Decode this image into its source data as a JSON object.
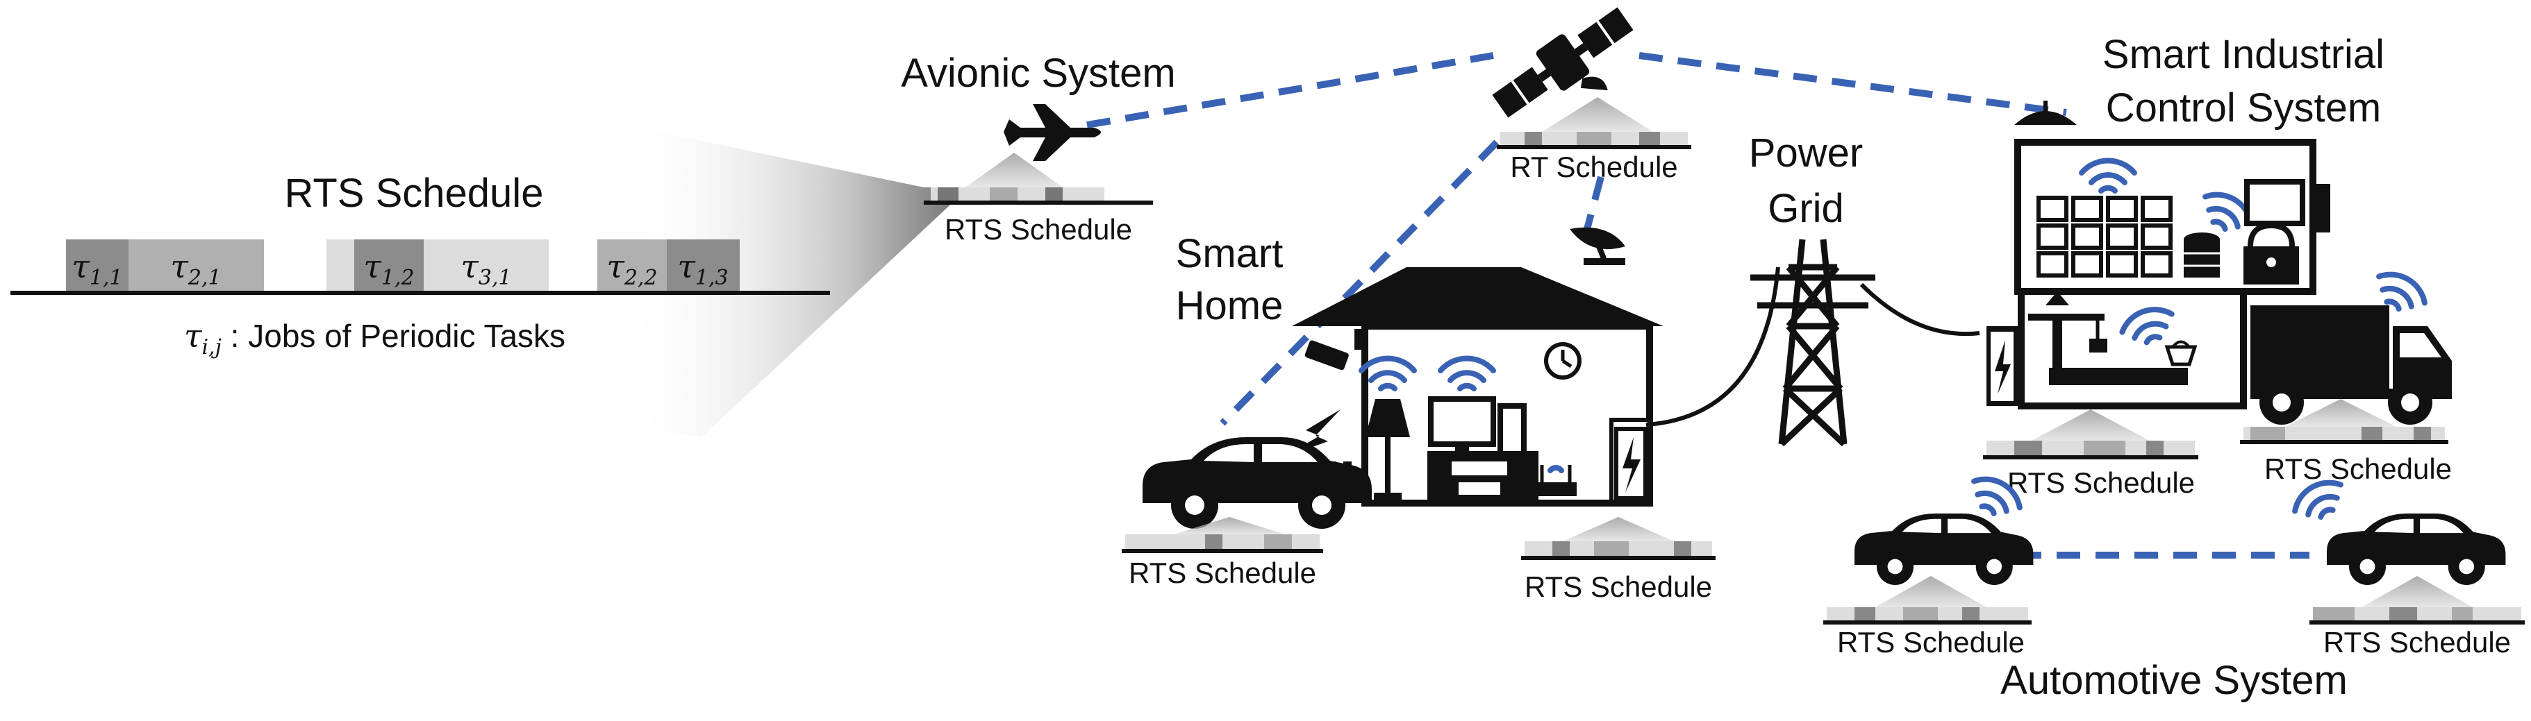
{
  "schedule_panel": {
    "title": "RTS Schedule",
    "jobs": [
      {
        "sym": "τ",
        "sub": "1,1",
        "shade": "#8c8c8c"
      },
      {
        "sym": "τ",
        "sub": "2,1",
        "shade": "#b0b0b0"
      },
      {
        "sym": "τ",
        "sub": "1,2",
        "shade": "#8c8c8c"
      },
      {
        "sym": "τ",
        "sub": "3,1",
        "shade": "#dcdcdc"
      },
      {
        "sym": "τ",
        "sub": "2,2",
        "shade": "#b0b0b0"
      },
      {
        "sym": "τ",
        "sub": "1,3",
        "shade": "#8c8c8c"
      }
    ],
    "legend_sym": "τ",
    "legend_sub": "i,j",
    "legend_text": " : Jobs of Periodic Tasks"
  },
  "labels": {
    "avionic": "Avionic System",
    "satellite_schedule": "RT Schedule",
    "power_grid_1": "Power",
    "power_grid_2": "Grid",
    "industrial_1": "Smart Industrial",
    "industrial_2": "Control System",
    "smart_home_1": "Smart",
    "smart_home_2": "Home",
    "automotive": "Automotive System"
  },
  "schedule_labels": {
    "plane": "RTS Schedule",
    "home_car": "RTS Schedule",
    "home_charger": "RTS Schedule",
    "factory": "RTS Schedule",
    "truck": "RTS Schedule",
    "car_left": "RTS Schedule",
    "car_right": "RTS Schedule"
  },
  "colors": {
    "link": "#3a62b4",
    "ink": "#111111"
  },
  "icons": [
    "airplane-icon",
    "satellite-icon",
    "house-icon",
    "car-icon",
    "transmission-tower-icon",
    "factory-icon",
    "truck-icon",
    "wifi-icon",
    "satellite-dish-icon",
    "lamp-icon",
    "computer-icon",
    "printer-icon",
    "clock-icon",
    "router-icon",
    "battery-charger-icon",
    "crane-icon",
    "database-icon",
    "lock-icon",
    "fence-icon",
    "camera-icon"
  ]
}
